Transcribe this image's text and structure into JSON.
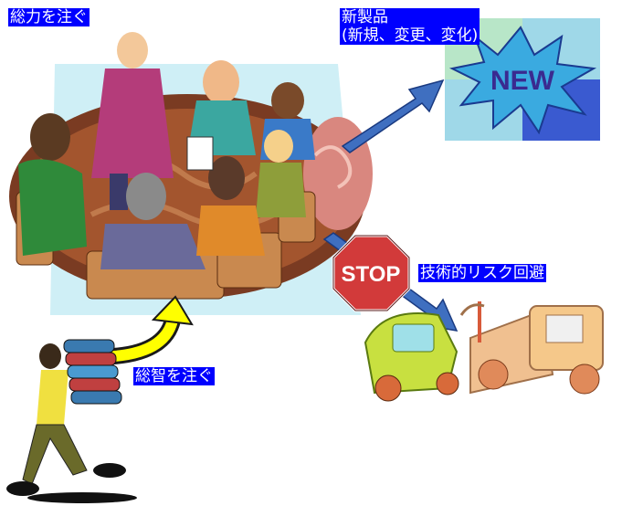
{
  "labels": {
    "power": "総力を注ぐ",
    "new_product_line1": "新製品",
    "new_product_line2": "(新規、変更、変化)",
    "wisdom": "総智を注ぐ",
    "risk_avoidance": "技術的リスク回避"
  },
  "signs": {
    "stop": "STOP",
    "new": "NEW"
  },
  "icons": [
    "meeting-table-clipart",
    "new-burst-icon",
    "stop-sign-icon",
    "tow-truck-clipart",
    "person-carrying-books-clipart",
    "arrow-icon"
  ],
  "colors": {
    "label_bg": "#0000ff",
    "label_text": "#ffffff",
    "stop_sign": "#d23a3a",
    "arrow_blue": "#3f6fc0",
    "arrow_yellow": "#ffff00"
  }
}
